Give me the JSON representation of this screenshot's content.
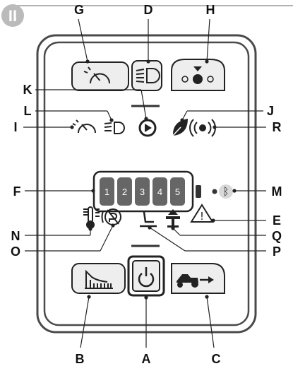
{
  "step_number": "II",
  "callouts": {
    "A": "A",
    "B": "B",
    "C": "C",
    "D": "D",
    "E": "E",
    "F": "F",
    "G": "G",
    "H": "H",
    "I": "I",
    "J": "J",
    "K": "K",
    "L": "L",
    "M": "M",
    "N": "N",
    "O": "O",
    "P": "P",
    "Q": "Q",
    "R": "R"
  },
  "battery_segments": [
    "1",
    "2",
    "3",
    "4",
    "5"
  ],
  "bluetooth_glyph": "ᛒ",
  "warning_glyph": "!",
  "icons": {
    "G": "speedometer-button-icon",
    "D": "headlight-button-icon",
    "H": "mowing-height-button-icon",
    "I": "speed-indicator-icon",
    "L": "headlight-indicator-icon",
    "K": "play-indicator-icon",
    "J": "eco-leaf-indicator-icon",
    "R": "signal-indicator-icon",
    "F": "battery-level-indicator",
    "M": "bluetooth-indicator-icon",
    "N": "temperature-indicator-icon",
    "O": "no-reverse-indicator-icon",
    "P": "seat-indicator-icon",
    "Q": "pto-indicator-icon",
    "E": "warning-indicator-icon",
    "B": "grass-collector-button-icon",
    "A": "power-button-icon",
    "C": "mower-reverse-button-icon"
  },
  "colors": {
    "panel_border": "#4a4a4a",
    "icon_stroke": "#222222",
    "button_fill": "#eeeeee",
    "segment_fill": "#666666",
    "badge_fill": "#bbbbbb"
  }
}
